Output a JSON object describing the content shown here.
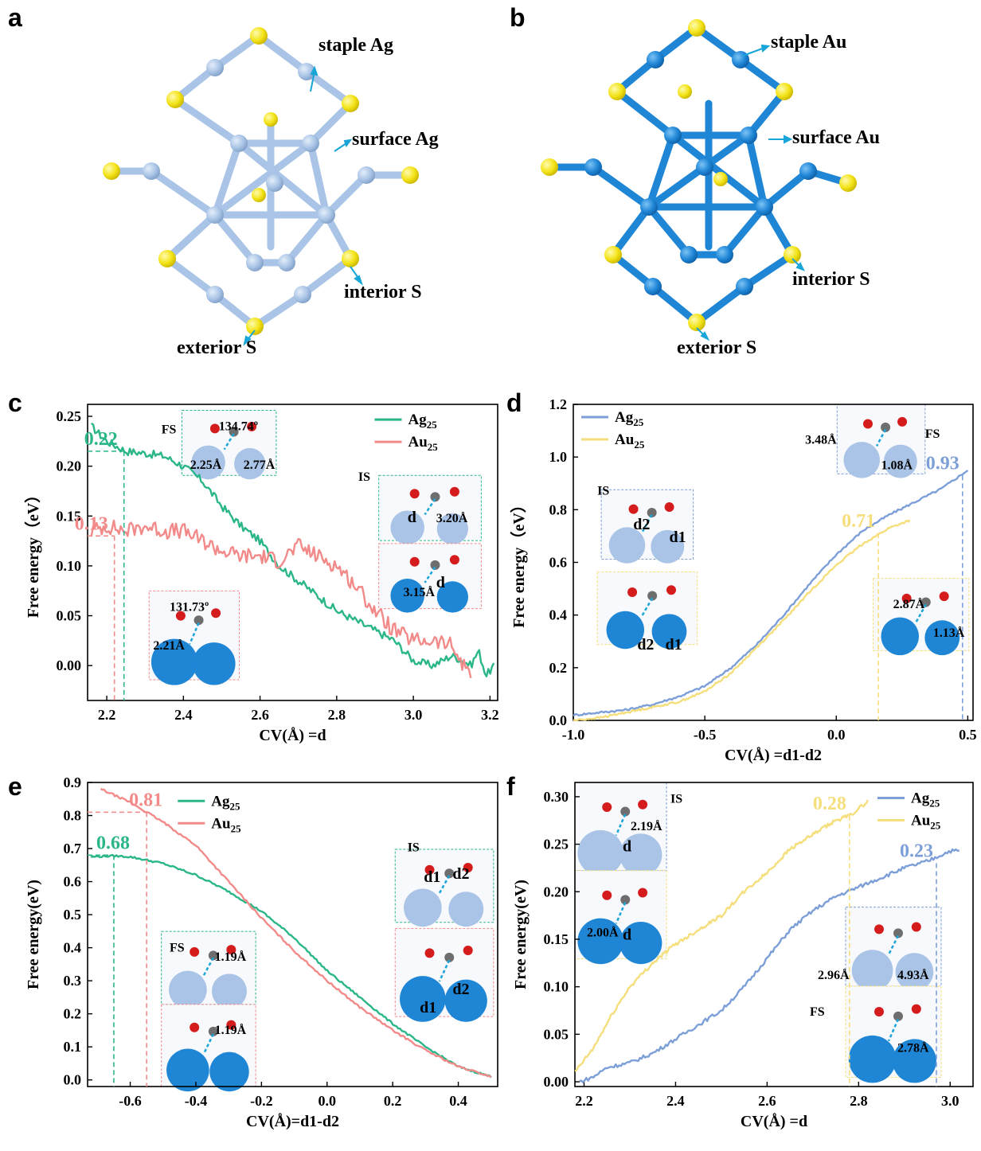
{
  "figure": {
    "panels": {
      "a": {
        "letter": "a",
        "labels": {
          "staple": "staple Ag",
          "surface": "surface Ag",
          "interior": "interior S",
          "exterior": "exterior S"
        }
      },
      "b": {
        "letter": "b",
        "labels": {
          "staple": "staple Au",
          "surface": "surface Au",
          "interior": "interior S",
          "exterior": "exterior S"
        }
      }
    },
    "colors": {
      "ag_atom": "#a9c4e6",
      "au_atom": "#1f86d6",
      "sulfur": "#f3e316",
      "callout_arrow": "#19a5d8",
      "ag_line_green": "#2bb68a",
      "au_line_pink": "#f28a8a",
      "ag_line_blue": "#7d9fd8",
      "au_line_yellow": "#f5de7c"
    }
  },
  "chart_data": [
    {
      "panel": "c",
      "type": "line",
      "xlabel": "CV(Å) =d",
      "ylabel": "Free energy（eV）",
      "xlim": [
        2.15,
        3.22
      ],
      "ylim": [
        -0.035,
        0.262
      ],
      "xticks": [
        2.2,
        2.4,
        2.6,
        2.8,
        3.0,
        3.2
      ],
      "xtick_labels": [
        "2.2",
        "2.4",
        "2.6",
        "2.8",
        "3.0",
        "3.2"
      ],
      "yticks": [
        0.0,
        0.05,
        0.1,
        0.15,
        0.2,
        0.25
      ],
      "ytick_labels": [
        "0.00",
        "0.05",
        "0.10",
        "0.15",
        "0.20",
        "0.25"
      ],
      "legend": [
        {
          "name": "Ag",
          "sub": "25",
          "color": "#2bb68a"
        },
        {
          "name": "Au",
          "sub": "25",
          "color": "#f28a8a"
        }
      ],
      "legend_position": "top-right",
      "annotations": [
        {
          "text": "0.22",
          "color": "#2bb68a",
          "x": 2.245,
          "y": 0.215
        },
        {
          "text": "0.13",
          "color": "#f28a8a",
          "x": 2.22,
          "y": 0.13
        }
      ],
      "inset_labels": [
        "FS",
        "134.74º",
        "2.25Å",
        "2.77Å",
        "IS",
        "d",
        "3.20Å",
        "3.15Å",
        "d",
        "131.73º",
        "2.21Å"
      ],
      "series": [
        {
          "name": "Ag25",
          "color": "#2bb68a",
          "wiggle": 0.004,
          "x": [
            2.16,
            2.2,
            2.25,
            2.3,
            2.35,
            2.4,
            2.45,
            2.5,
            2.55,
            2.6,
            2.65,
            2.7,
            2.75,
            2.8,
            2.85,
            2.9,
            2.95,
            3.0,
            3.05,
            3.1,
            3.13,
            3.15,
            3.17,
            3.19,
            3.21
          ],
          "y": [
            0.24,
            0.225,
            0.215,
            0.213,
            0.21,
            0.2,
            0.185,
            0.16,
            0.14,
            0.125,
            0.1,
            0.085,
            0.07,
            0.055,
            0.045,
            0.035,
            0.025,
            0.005,
            0.0,
            0.01,
            0.005,
            0.0,
            0.015,
            -0.01,
            0.0
          ]
        },
        {
          "name": "Au25",
          "color": "#f28a8a",
          "wiggle": 0.008,
          "x": [
            2.16,
            2.2,
            2.25,
            2.3,
            2.35,
            2.4,
            2.45,
            2.5,
            2.55,
            2.6,
            2.65,
            2.7,
            2.75,
            2.8,
            2.85,
            2.9,
            2.95,
            3.0,
            3.05,
            3.1,
            3.13,
            3.15
          ],
          "y": [
            0.135,
            0.14,
            0.135,
            0.14,
            0.135,
            0.135,
            0.125,
            0.115,
            0.11,
            0.11,
            0.105,
            0.12,
            0.11,
            0.1,
            0.08,
            0.055,
            0.035,
            0.025,
            0.025,
            0.02,
            0.0,
            -0.005
          ]
        }
      ]
    },
    {
      "panel": "d",
      "type": "line",
      "xlabel": "CV(Å) =d1-d2",
      "ylabel": "Free energy（eV）",
      "xlim": [
        -1.0,
        0.52
      ],
      "ylim": [
        0.0,
        1.2
      ],
      "xticks": [
        -1.0,
        -0.5,
        0.0,
        0.5
      ],
      "xtick_labels": [
        "-1.0",
        "-0.5",
        "0.0",
        "0.5"
      ],
      "yticks": [
        0.0,
        0.2,
        0.4,
        0.6,
        0.8,
        1.0,
        1.2
      ],
      "ytick_labels": [
        "0.0",
        "0.2",
        "0.4",
        "0.6",
        "0.8",
        "1.0",
        "1.2"
      ],
      "legend": [
        {
          "name": "Ag",
          "sub": "25",
          "color": "#7d9fd8"
        },
        {
          "name": "Au",
          "sub": "25",
          "color": "#f5de7c"
        }
      ],
      "legend_position": "top-left",
      "annotations": [
        {
          "text": "0.93",
          "color": "#7d9fd8",
          "x": 0.48,
          "y": 0.93
        },
        {
          "text": "0.71",
          "color": "#f5de7c",
          "x": 0.16,
          "y": 0.71
        }
      ],
      "inset_labels": [
        "3.48Å",
        "1.08Å",
        "FS",
        "IS",
        "d2",
        "d1",
        "d2",
        "d1",
        "2.87Å",
        "1.13Å"
      ],
      "series": [
        {
          "name": "Ag25",
          "color": "#7d9fd8",
          "wiggle": 0.004,
          "x": [
            -1.0,
            -0.9,
            -0.8,
            -0.7,
            -0.6,
            -0.5,
            -0.4,
            -0.3,
            -0.2,
            -0.1,
            0.0,
            0.1,
            0.2,
            0.3,
            0.4,
            0.5
          ],
          "y": [
            0.02,
            0.03,
            0.04,
            0.06,
            0.09,
            0.13,
            0.2,
            0.29,
            0.4,
            0.52,
            0.63,
            0.72,
            0.78,
            0.83,
            0.88,
            0.95
          ]
        },
        {
          "name": "Au25",
          "color": "#f5de7c",
          "wiggle": 0.004,
          "x": [
            -1.0,
            -0.9,
            -0.8,
            -0.7,
            -0.6,
            -0.5,
            -0.4,
            -0.3,
            -0.2,
            -0.1,
            0.0,
            0.1,
            0.2,
            0.28
          ],
          "y": [
            0.0,
            0.01,
            0.03,
            0.05,
            0.07,
            0.11,
            0.18,
            0.28,
            0.38,
            0.49,
            0.59,
            0.67,
            0.73,
            0.76
          ]
        }
      ]
    },
    {
      "panel": "e",
      "type": "line",
      "xlabel": "CV(Å)=d1-d2",
      "ylabel": "Free energy(eV)",
      "xlim": [
        -0.73,
        0.52
      ],
      "ylim": [
        -0.02,
        0.9
      ],
      "xticks": [
        -0.6,
        -0.4,
        -0.2,
        0.0,
        0.2,
        0.4
      ],
      "xtick_labels": [
        "-0.6",
        "-0.4",
        "-0.2",
        "0.0",
        "0.2",
        "0.4"
      ],
      "yticks": [
        0.0,
        0.1,
        0.2,
        0.3,
        0.4,
        0.5,
        0.6,
        0.7,
        0.8,
        0.9
      ],
      "ytick_labels": [
        "0.0",
        "0.1",
        "0.2",
        "0.3",
        "0.4",
        "0.5",
        "0.6",
        "0.7",
        "0.8",
        "0.9"
      ],
      "legend": [
        {
          "name": "Ag",
          "sub": "25",
          "color": "#2bb68a"
        },
        {
          "name": "Au",
          "sub": "25",
          "color": "#f28a8a"
        }
      ],
      "legend_position": "top",
      "annotations": [
        {
          "text": "0.81",
          "color": "#f28a8a",
          "x": -0.55,
          "y": 0.81
        },
        {
          "text": "0.68",
          "color": "#2bb68a",
          "x": -0.65,
          "y": 0.68
        }
      ],
      "inset_labels": [
        "FS",
        "1.19Å",
        "1.19Å",
        "IS",
        "d1",
        "d2",
        "d2",
        "d1"
      ],
      "series": [
        {
          "name": "Ag25",
          "color": "#2bb68a",
          "wiggle": 0.003,
          "x": [
            -0.72,
            -0.65,
            -0.6,
            -0.5,
            -0.4,
            -0.3,
            -0.2,
            -0.1,
            0.0,
            0.1,
            0.2,
            0.3,
            0.4,
            0.5
          ],
          "y": [
            0.675,
            0.678,
            0.675,
            0.655,
            0.62,
            0.57,
            0.51,
            0.43,
            0.33,
            0.25,
            0.17,
            0.1,
            0.04,
            0.01
          ]
        },
        {
          "name": "Au25",
          "color": "#f28a8a",
          "wiggle": 0.003,
          "x": [
            -0.69,
            -0.6,
            -0.55,
            -0.5,
            -0.4,
            -0.3,
            -0.2,
            -0.1,
            0.0,
            0.1,
            0.2,
            0.3,
            0.4,
            0.5
          ],
          "y": [
            0.88,
            0.84,
            0.81,
            0.78,
            0.71,
            0.6,
            0.49,
            0.39,
            0.3,
            0.22,
            0.15,
            0.09,
            0.04,
            0.01
          ]
        }
      ]
    },
    {
      "panel": "f",
      "type": "line",
      "xlabel": "CV(Å) =d",
      "ylabel": "Free energy(eV)",
      "xlim": [
        2.18,
        3.05
      ],
      "ylim": [
        -0.005,
        0.315
      ],
      "xticks": [
        2.2,
        2.4,
        2.6,
        2.8,
        3.0
      ],
      "xtick_labels": [
        "2.2",
        "2.4",
        "2.6",
        "2.8",
        "3.0"
      ],
      "yticks": [
        0.0,
        0.05,
        0.1,
        0.15,
        0.2,
        0.25,
        0.3
      ],
      "ytick_labels": [
        "0.00",
        "0.05",
        "0.10",
        "0.15",
        "0.20",
        "0.25",
        "0.30"
      ],
      "legend": [
        {
          "name": "Ag",
          "sub": "25",
          "color": "#7d9fd8"
        },
        {
          "name": "Au",
          "sub": "25",
          "color": "#f5de7c"
        }
      ],
      "legend_position": "top-right",
      "annotations": [
        {
          "text": "0.28",
          "color": "#f5de7c",
          "x": 2.78,
          "y": 0.28
        },
        {
          "text": "0.23",
          "color": "#7d9fd8",
          "x": 2.97,
          "y": 0.23
        }
      ],
      "inset_labels": [
        "IS",
        "2.19Å",
        "d",
        "2.00Å",
        "d",
        "2.96Å",
        "4.93Å",
        "FS",
        "2.78Å"
      ],
      "series": [
        {
          "name": "Ag25",
          "color": "#7d9fd8",
          "wiggle": 0.002,
          "x": [
            2.19,
            2.22,
            2.25,
            2.3,
            2.35,
            2.4,
            2.45,
            2.5,
            2.55,
            2.6,
            2.65,
            2.7,
            2.75,
            2.8,
            2.85,
            2.9,
            2.95,
            3.0,
            3.02
          ],
          "y": [
            0.0,
            0.005,
            0.015,
            0.02,
            0.03,
            0.045,
            0.06,
            0.075,
            0.1,
            0.13,
            0.16,
            0.18,
            0.195,
            0.205,
            0.215,
            0.225,
            0.232,
            0.243,
            0.243
          ]
        },
        {
          "name": "Au25",
          "color": "#f5de7c",
          "wiggle": 0.002,
          "x": [
            2.18,
            2.22,
            2.26,
            2.3,
            2.35,
            2.4,
            2.45,
            2.5,
            2.55,
            2.6,
            2.65,
            2.7,
            2.75,
            2.78,
            2.82
          ],
          "y": [
            0.01,
            0.035,
            0.07,
            0.1,
            0.125,
            0.145,
            0.16,
            0.175,
            0.2,
            0.22,
            0.245,
            0.26,
            0.275,
            0.28,
            0.295
          ]
        }
      ]
    }
  ]
}
